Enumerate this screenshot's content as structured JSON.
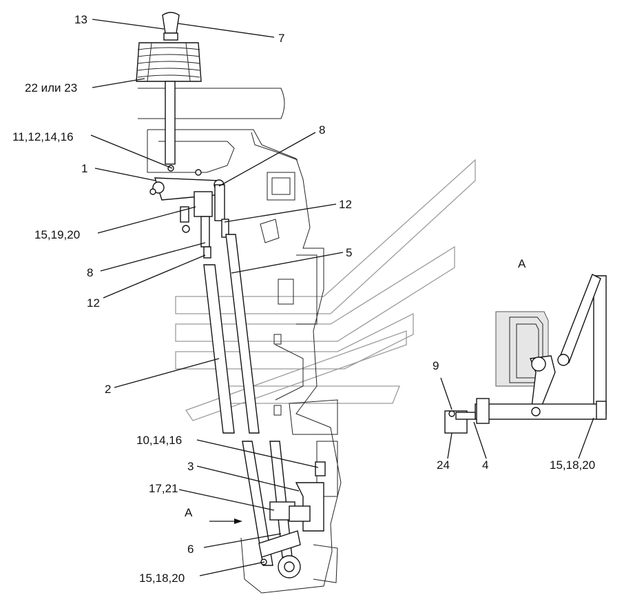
{
  "labels": {
    "top_knob": "13",
    "knob_cap": "7",
    "boot": "22 или 23",
    "upper_bracket": "11,12,14,16",
    "rod_upper": "8",
    "lever": "1",
    "nut_right": "12",
    "joint_left": "15,19,20",
    "bracket_5": "5",
    "rod_left_8": "8",
    "nut_left": "12",
    "rod_2": "2",
    "bolt_lower": "10,14,16",
    "bracket_3": "3",
    "joint_17_21": "17,21",
    "view_arrow": "А",
    "rod_6": "6",
    "joint_lower": "15,18,20",
    "view_title": "А",
    "view_9": "9",
    "view_24": "24",
    "view_4": "4",
    "view_15_18_20": "15,18,20"
  }
}
